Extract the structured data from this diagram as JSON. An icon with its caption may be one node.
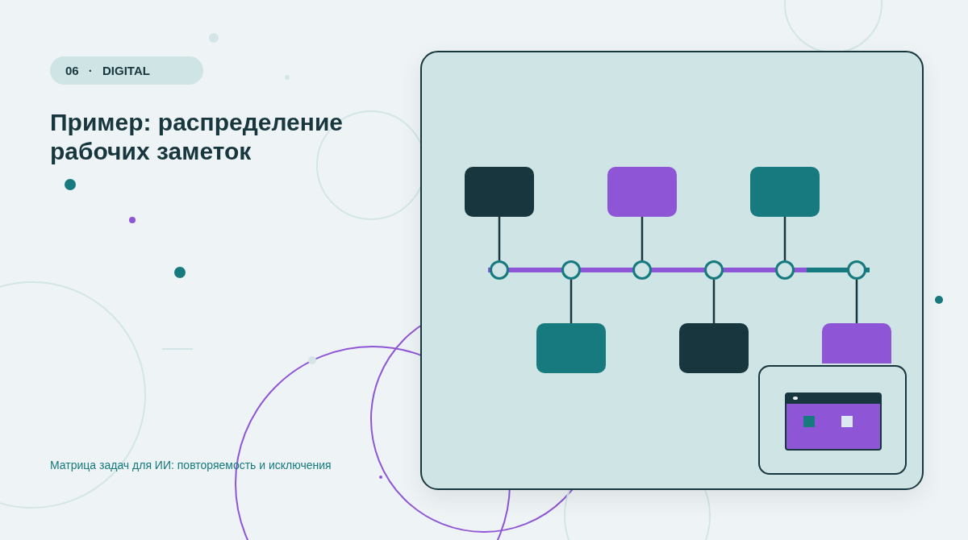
{
  "diagram": {
    "title": "Пример: распределение рабочих заметок",
    "caption": "Матрица задач для ИИ: повторяемость и исключения",
    "nodes": [
      {
        "text": [],
        "shape": "box"
      },
      {
        "text": [],
        "shape": "box"
      },
      {
        "text": [],
        "shape": "box"
      },
      {
        "text": [],
        "shape": "box"
      },
      {
        "text": [],
        "shape": "box"
      },
      {
        "text": [],
        "shape": "box"
      },
      {
        "text": [],
        "shape": "circle"
      },
      {
        "text": [],
        "shape": "circle"
      },
      {
        "text": [],
        "shape": "circle"
      },
      {
        "text": [],
        "shape": "circle"
      },
      {
        "text": [],
        "shape": "circle"
      },
      {
        "text": [],
        "shape": "circle"
      }
    ],
    "edges": [
      {
        "from": 0,
        "to": 6,
        "arrow": "none"
      },
      {
        "from": 1,
        "to": 7,
        "arrow": "none"
      },
      {
        "from": 2,
        "to": 8,
        "arrow": "none"
      },
      {
        "from": 3,
        "to": 9,
        "arrow": "none"
      },
      {
        "from": 4,
        "to": 10,
        "arrow": "none"
      },
      {
        "from": 5,
        "to": 11,
        "arrow": "none"
      }
    ],
    "labels": [
      "06 · DIGITAL"
    ]
  }
}
